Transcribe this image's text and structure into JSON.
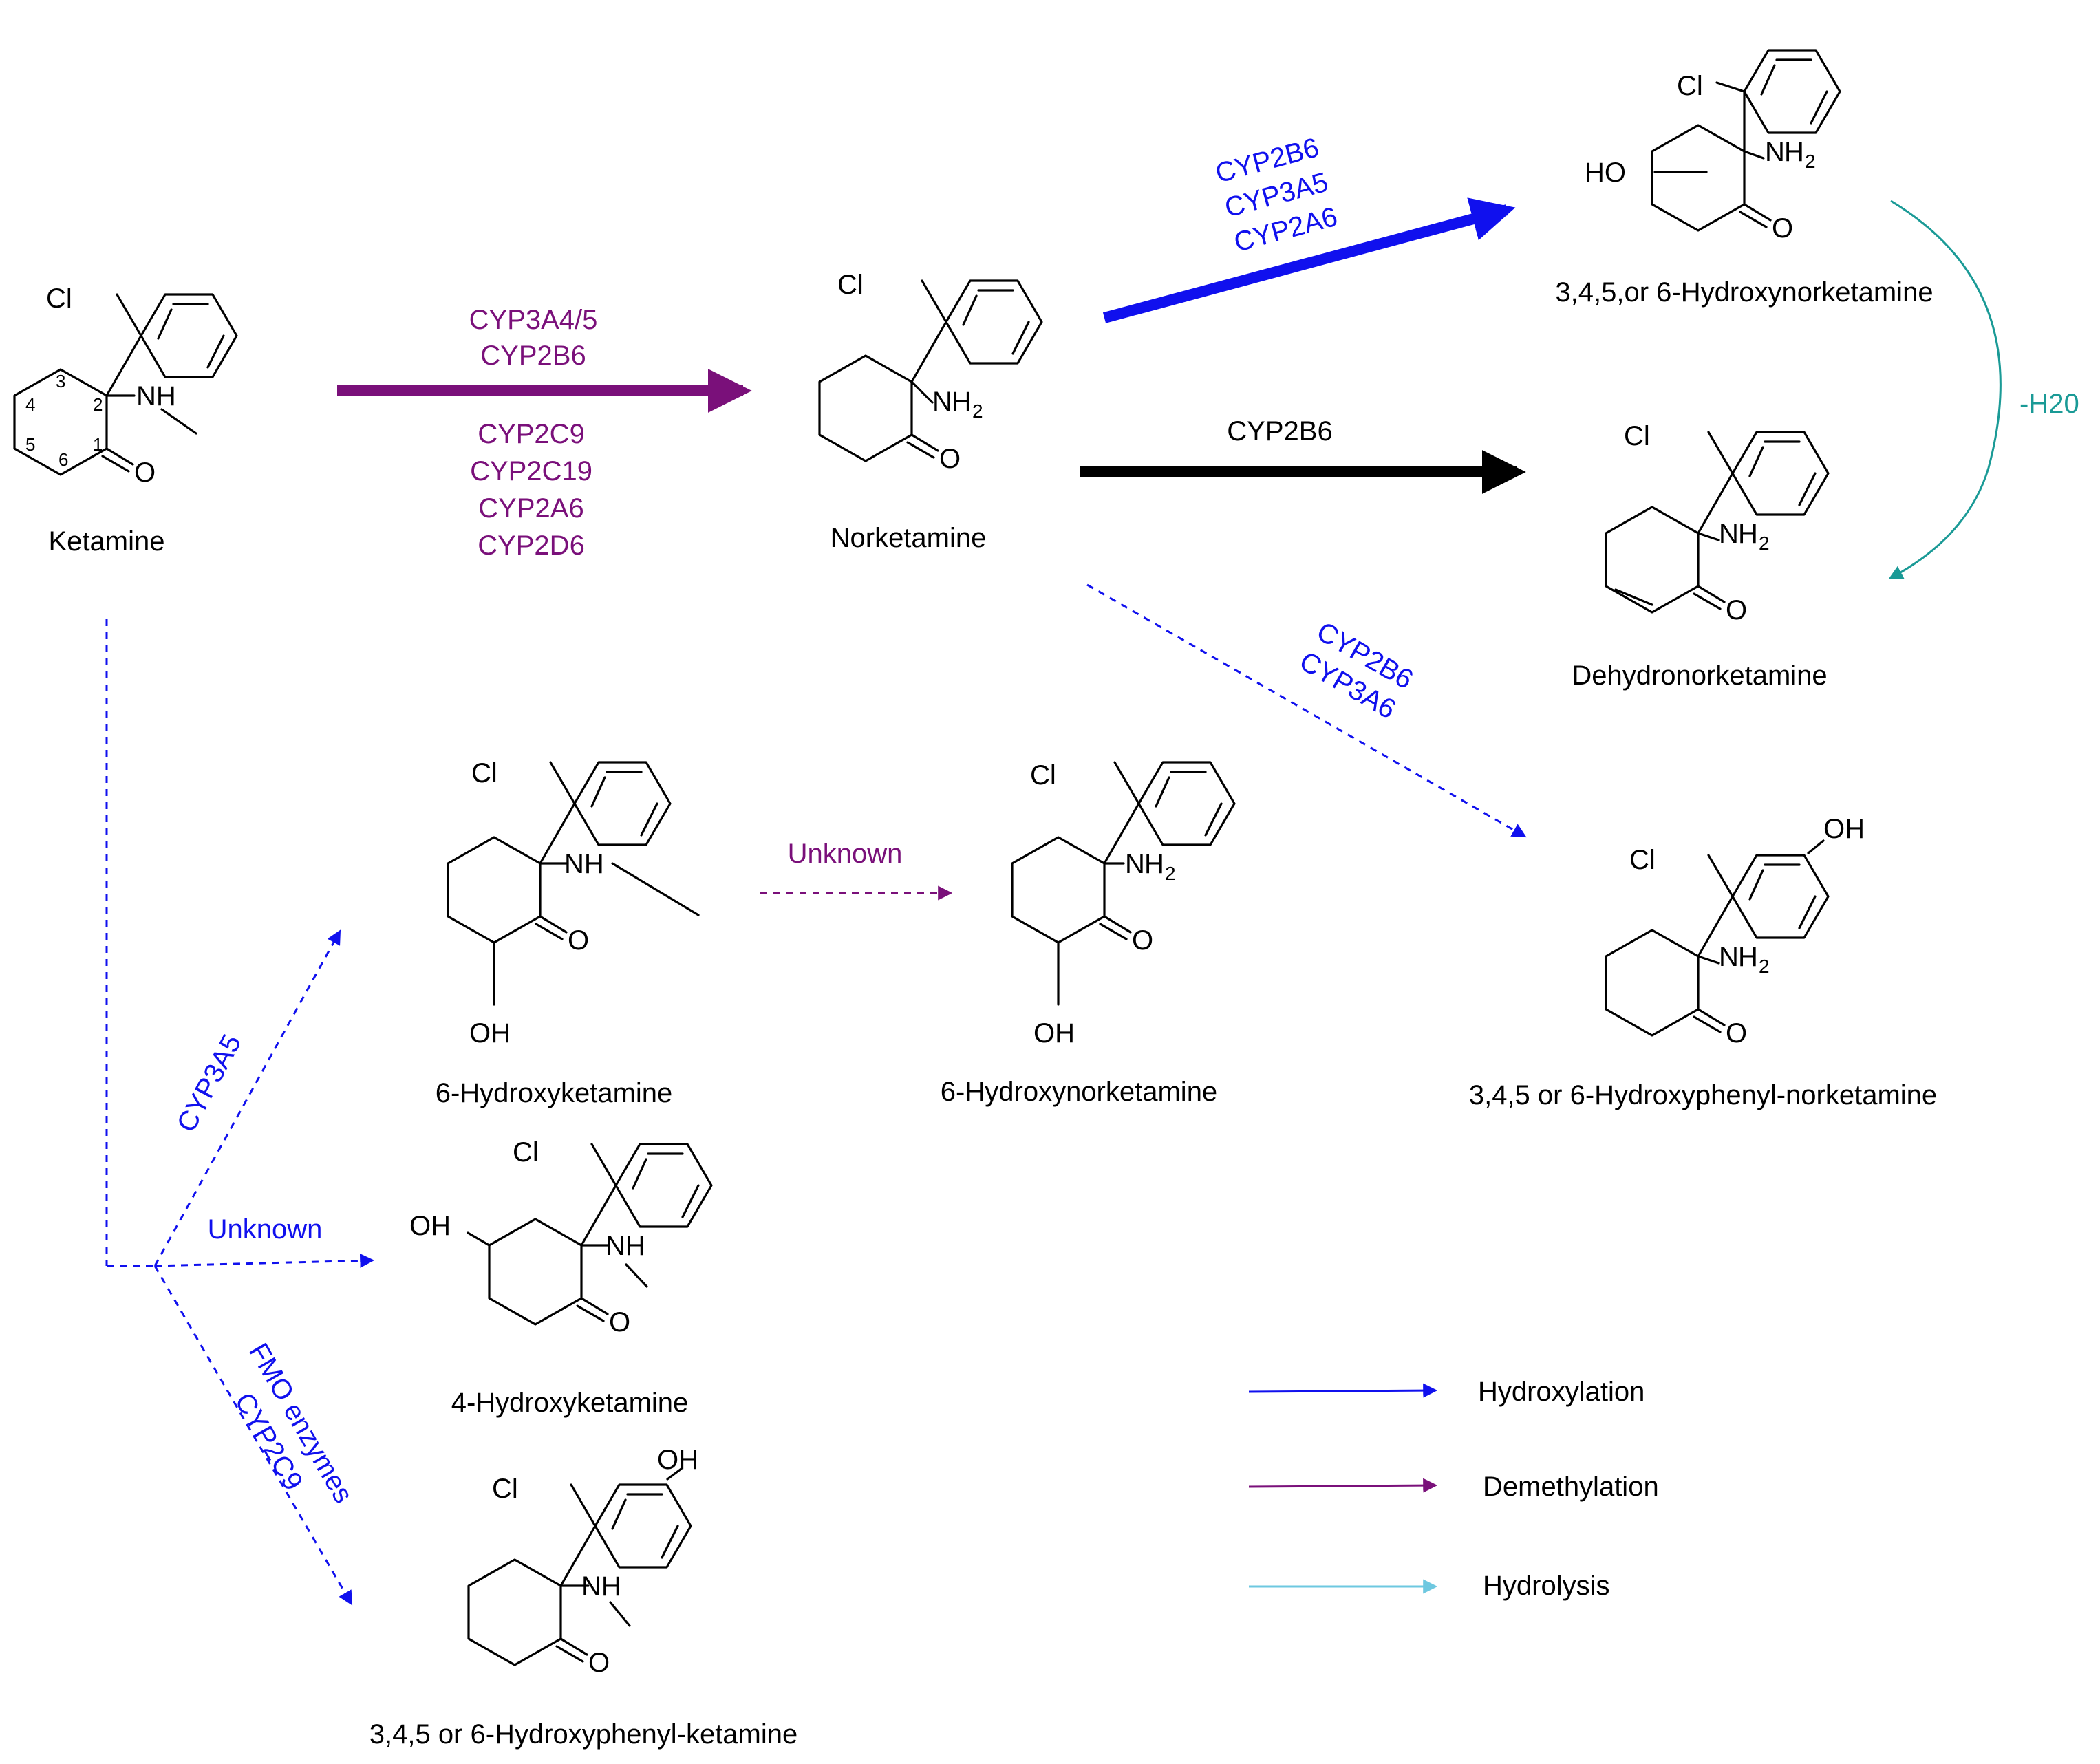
{
  "colors": {
    "hydroxylation": "#1010ee",
    "demethylation": "#7a107a",
    "hydrolysis": "#6ec8e0",
    "dehydration": "#1a9a96",
    "black": "#000000"
  },
  "compounds": {
    "ketamine": "Ketamine",
    "norketamine": "Norketamine",
    "hydroxynorketamine": "3,4,5,or 6-Hydroxynorketamine",
    "dehydronorketamine": "Dehydronorketamine",
    "hydroxyketamine6": "6-Hydroxyketamine",
    "hydroxynorketamine6": "6-Hydroxynorketamine",
    "hydroxyphenyl_norketamine": "3,4,5 or 6-Hydroxyphenyl-norketamine",
    "hydroxyketamine4": "4-Hydroxyketamine",
    "hydroxyphenyl_ketamine": "3,4,5 or 6-Hydroxyphenyl-ketamine"
  },
  "atoms": {
    "cl": "Cl",
    "nh": "NH",
    "n": "N",
    "h": "H",
    "two": "2",
    "o": "O",
    "oh": "OH",
    "ho": "HO"
  },
  "ring_numbers": [
    "1",
    "2",
    "3",
    "4",
    "5",
    "6"
  ],
  "enzymes": {
    "ket_to_nor_top": [
      "CYP3A4/5",
      "CYP2B6"
    ],
    "ket_to_nor_bottom": [
      "CYP2C9",
      "CYP2C19",
      "CYP2A6",
      "CYP2D6"
    ],
    "nor_to_hnk": [
      "CYP2B6",
      "CYP3A5",
      "CYP2A6"
    ],
    "nor_to_dhnk": "CYP2B6",
    "dehydration": "-H20",
    "nor_to_hphnk": [
      "CYP2B6",
      "CYP3A6"
    ],
    "hk6_to_hnk6": "Unknown",
    "ket_to_hk6": "CYP3A5",
    "ket_to_hk4": "Unknown",
    "ket_to_hphk": [
      "FMO enzymes",
      "CYP2C9"
    ]
  },
  "legend": [
    {
      "label": "Hydroxylation",
      "color": "#1010ee"
    },
    {
      "label": "Demethylation",
      "color": "#7a107a"
    },
    {
      "label": "Hydrolysis",
      "color": "#6ec8e0"
    }
  ]
}
